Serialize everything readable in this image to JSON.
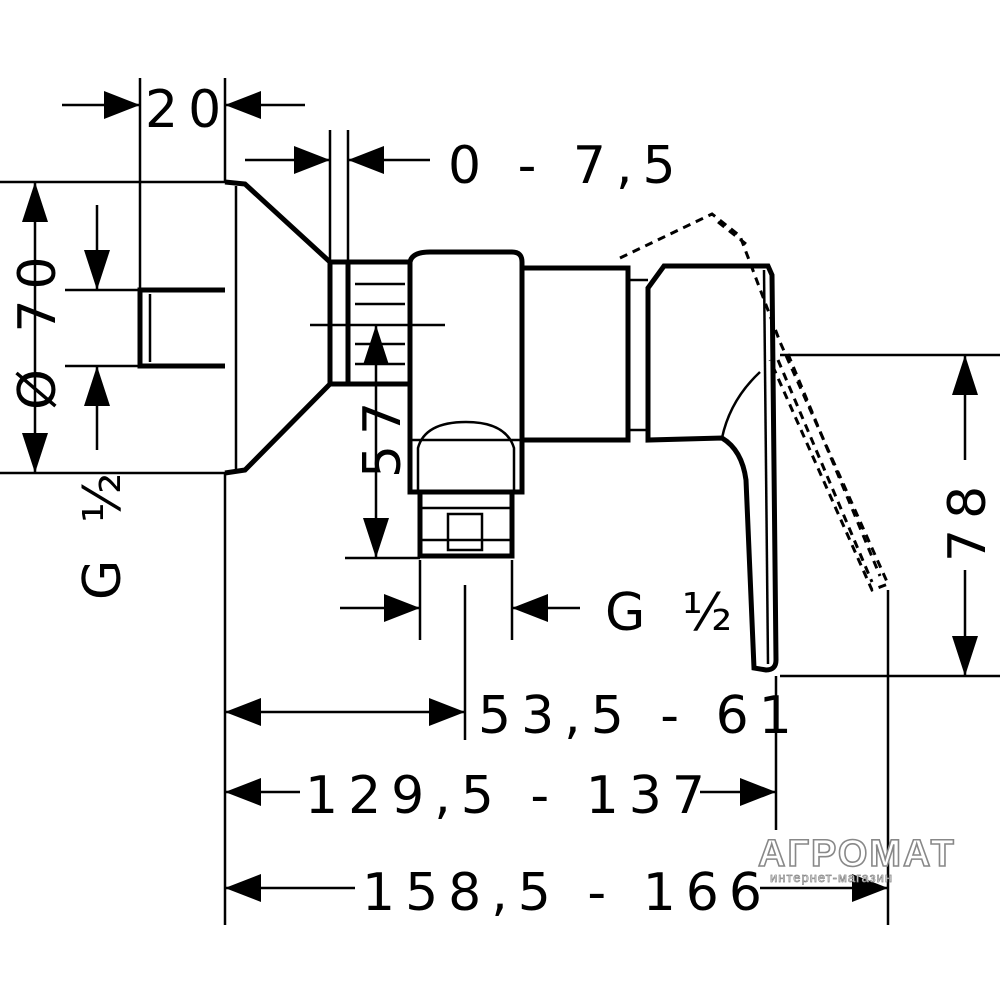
{
  "drawing": {
    "dimensions": {
      "flange_depth": "20",
      "wall_adjust": "0 - 7,5",
      "flange_diameter": "Ø 70",
      "inlet_thread": "G ½",
      "body_height": "57",
      "outlet_thread": "G ½",
      "outlet_offset": "53,5 - 61",
      "body_length": "129,5 - 137",
      "total_length": "158,5 - 166",
      "handle_height": "78"
    }
  },
  "watermark": {
    "brand": "АГРОМАТ",
    "tagline": "интернет-магазин"
  },
  "colors": {
    "line": "#000000",
    "background": "#ffffff",
    "watermark_outline": "#888888"
  }
}
